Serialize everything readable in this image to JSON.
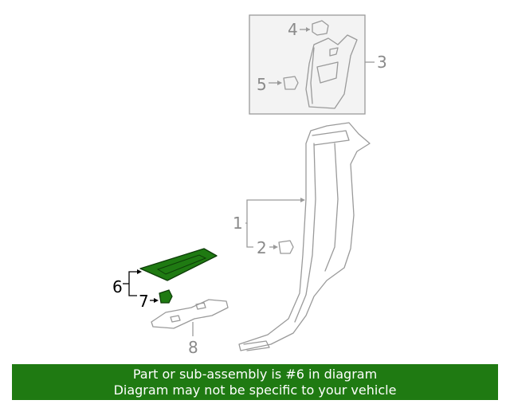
{
  "diagram": {
    "callouts": {
      "c1": "1",
      "c2": "2",
      "c3": "3",
      "c4": "4",
      "c5": "5",
      "c6": "6",
      "c7": "7",
      "c8": "8"
    },
    "highlight_color": "#1f7a12",
    "highlighted_part": "6"
  },
  "banner": {
    "line1": "Part or sub-assembly is #6 in diagram",
    "line2": "Diagram may not be specific to your vehicle",
    "background": "#1f7a12"
  }
}
